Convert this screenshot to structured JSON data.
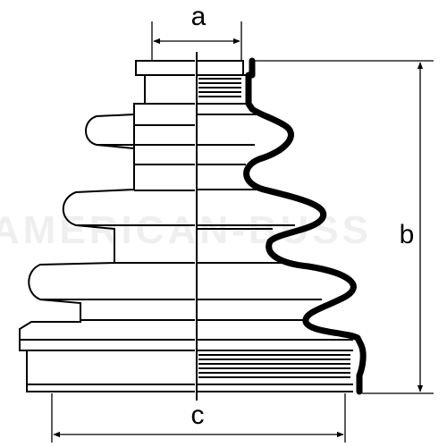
{
  "diagram": {
    "labels": {
      "a": "a",
      "b": "b",
      "c": "c"
    },
    "watermark": "AMERICAN-BUSS",
    "colors": {
      "line": "#000000",
      "background": "#ffffff"
    }
  }
}
